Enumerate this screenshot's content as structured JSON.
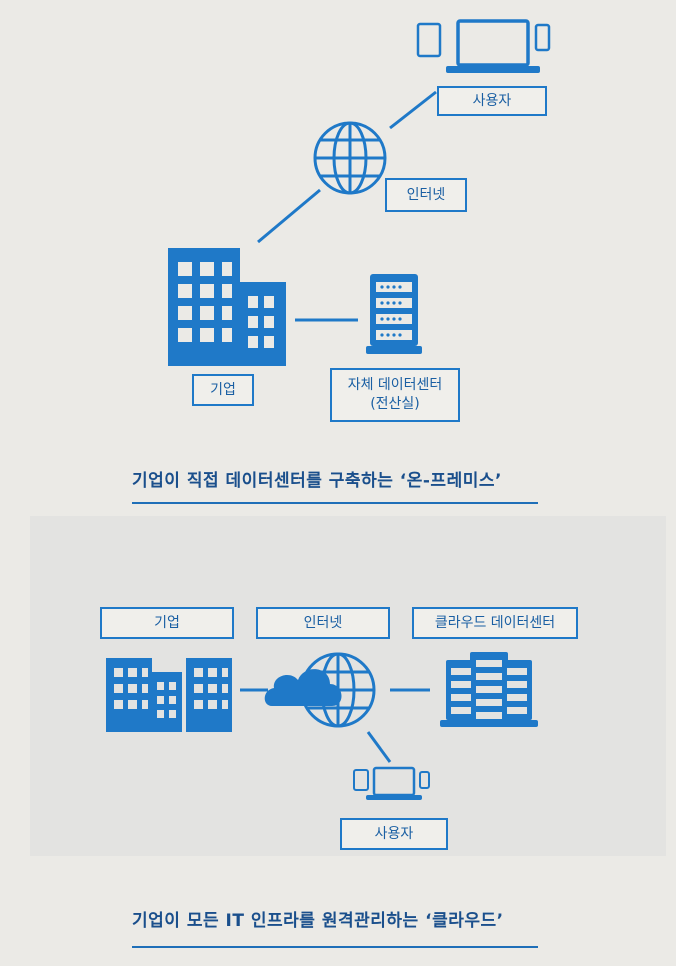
{
  "on_premise": {
    "labels": {
      "user": "사용자",
      "internet": "인터넷",
      "company": "기업",
      "datacenter_line1": "자체 데이터센터",
      "datacenter_line2": "(전산실)"
    },
    "caption": "기업이 직접 데이터센터를 구축하는 ‘온-프레미스’"
  },
  "cloud": {
    "labels": {
      "company": "기업",
      "internet": "인터넷",
      "cloud_datacenter": "클라우드 데이터센터",
      "user": "사용자"
    },
    "caption": "기업이 모든 IT 인프라를 원격관리하는 ‘클라우드’"
  },
  "colors": {
    "accent": "#1f79c8",
    "caption": "#1a4f8c",
    "paper": "#ebeae6"
  },
  "icons": [
    "tablet-icon",
    "laptop-icon",
    "phone-icon",
    "globe-icon",
    "building-icon",
    "server-icon",
    "cloud-icon"
  ]
}
